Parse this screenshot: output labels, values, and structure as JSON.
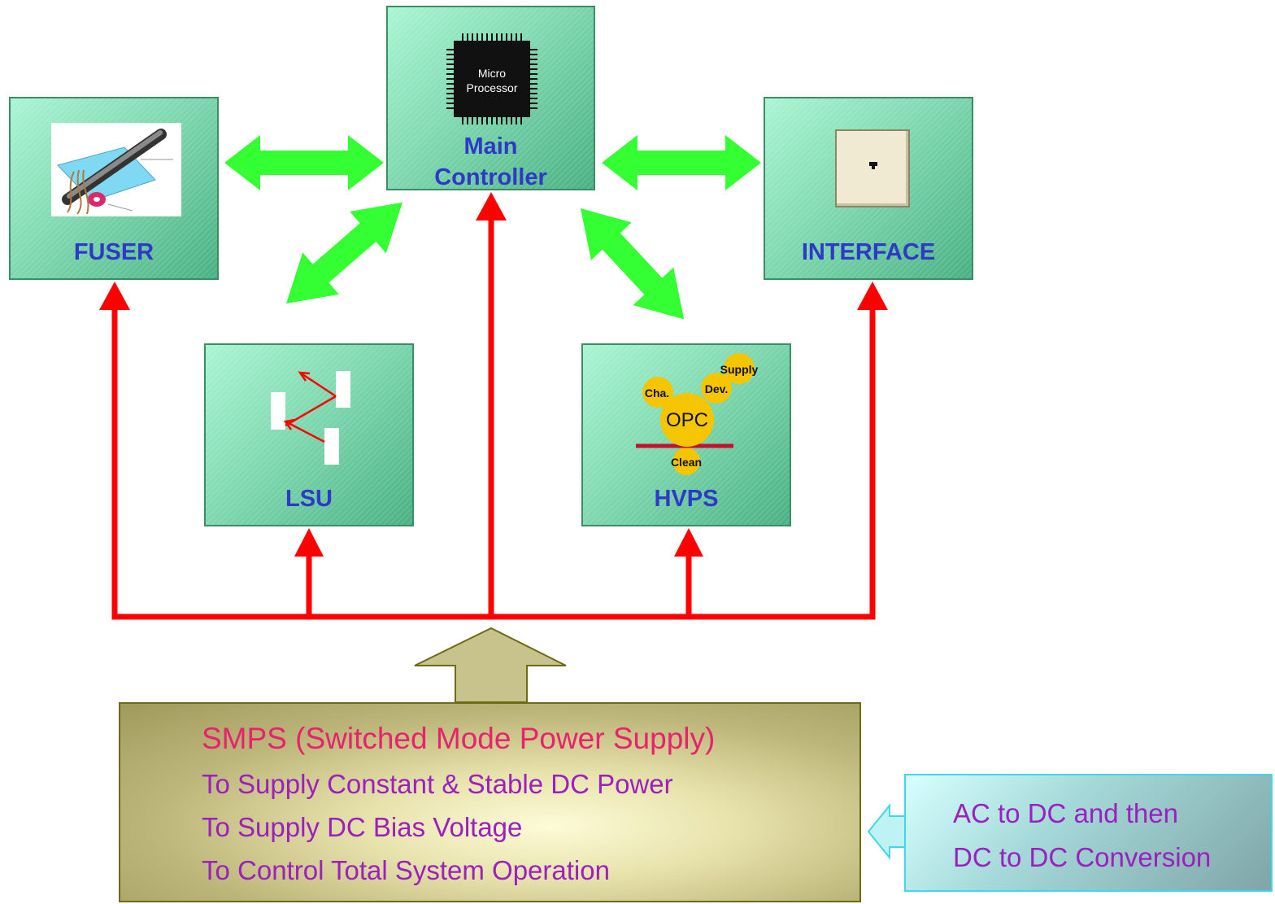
{
  "main_controller": {
    "chip_label_1": "Micro",
    "chip_label_2": "Processor",
    "title_1": "Main",
    "title_2": "Controller"
  },
  "fuser": {
    "label": "FUSER"
  },
  "interface": {
    "label": "INTERFACE"
  },
  "lsu": {
    "label": "LSU"
  },
  "hvps": {
    "label": "HVPS",
    "opc": "OPC",
    "cha": "Cha.",
    "dev": "Dev.",
    "supply": "Supply",
    "clean": "Clean"
  },
  "smps": {
    "title": "SMPS (Switched Mode Power Supply)",
    "lines": [
      "To Supply Constant & Stable DC Power",
      "To Supply DC Bias Voltage",
      "To Control Total System Operation"
    ]
  },
  "ac_dc": {
    "line_1": "AC to DC and then",
    "line_2": "DC to DC Conversion"
  },
  "colors": {
    "box_label": "#2f39c9",
    "power_arrow": "#ff0000",
    "data_arrow": "#33ff33",
    "smps_title": "#e8226b",
    "smps_text": "#9c1fbf"
  }
}
